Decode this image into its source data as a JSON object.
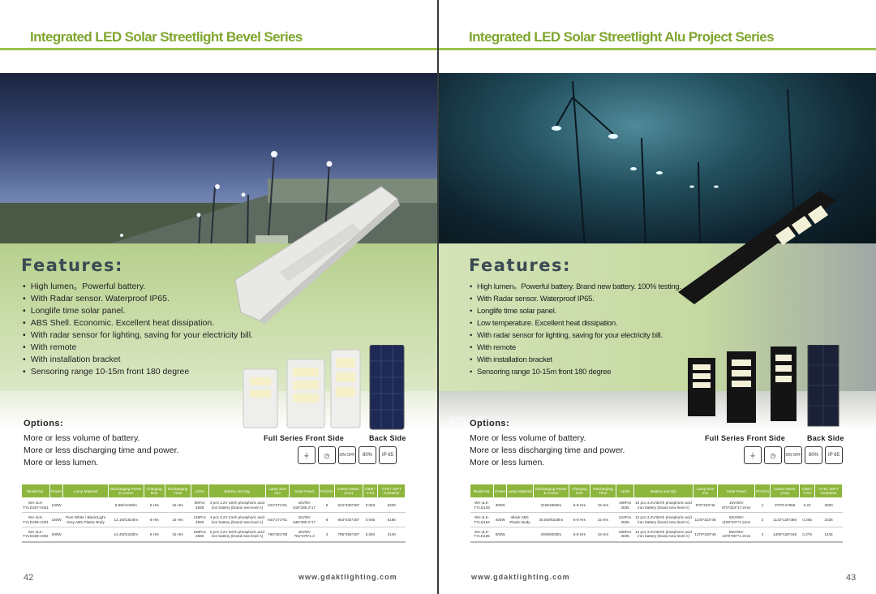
{
  "left": {
    "title": "Integrated LED Solar Streetlight Bevel Series",
    "features_heading": "Features:",
    "features": [
      "High lumen。Powerful battery.",
      "With Radar sensor. Waterproof IP65.",
      "Longlife time solar panel.",
      "ABS Shell. Economic. Excellent heat dissipation.",
      "With radar sensor for lighting, saving for your electricity bill.",
      "With remote",
      "With installation bracket",
      "Sensoring range 10-15m front 180 degree"
    ],
    "options_heading": "Options:",
    "options": [
      "More or less volume of battery.",
      "More or less discharging time and power.",
      "More or less lumen."
    ],
    "front_label": "Full Series Front Side",
    "back_label": "Back Side",
    "table": {
      "headers": [
        "Model No.",
        "Power",
        "Lamp Material",
        "Discharging Power & Lumen",
        "Charging time",
        "Discharging Time",
        "LEDs",
        "Battery and Qty",
        "Lamp Size mm",
        "Solar Panel",
        "Pcs/Ctn",
        "Carton Meas. (mm)",
        "CBM / CTN",
        "CTN / 40FT Container"
      ],
      "rows": [
        [
          "WA-JLK-TYLD157-A001",
          "100W",
          "",
          "9.8W/1440lm",
          "6 Hrs",
          "15 Hrs",
          "90Pcs 2835",
          "3 pcs 3.2V 18Ah phosphoric acid iron battery (brand new level A)",
          "222*271*61",
          "18V/9V 518*285.2*17",
          "6",
          "542*330*287",
          "0.053",
          "6330"
        ],
        [
          "WA-JLK-TYLD159-A001",
          "150W",
          "Pure White / Black/Light Grey ABS Plastic Body",
          "12.1W/1824lm",
          "6 Hrs",
          "15 Hrs",
          "135Pcs 2835",
          "4 pcs 3.2V 24Ah phosphoric acid iron battery (brand new level A)",
          "644*271*61",
          "20V/9V 648*285.2*17",
          "6",
          "663*344*287",
          "0.065",
          "5166"
        ],
        [
          "WA-JLK-TYLD159-A001",
          "200W",
          "",
          "14.4W/2160lm",
          "6 Hrs",
          "15 Hrs",
          "180Pcs 2835",
          "5 pcs 3.2V 30Ah phosphoric acid iron battery (brand new level A)",
          "766*381*59",
          "20V/9V 761*376*1.2",
          "4",
          "785*396*287",
          "0.084",
          "4140"
        ]
      ]
    },
    "url": "www.gdaktlighting.com",
    "page_number": "42"
  },
  "right": {
    "title": "Integrated LED Solar Streetlight Alu Project Series",
    "features_heading": "Features:",
    "features": [
      "High lumen。Powerful battery. Brand new battery. 100% testing.",
      "With Radar sensor. Waterproof IP65.",
      "Longlife time solar panel.",
      "Low temperature. Excellent heat dissipation.",
      "With radar sensor for lighting, saving for your electricity bill.",
      "With remote",
      "With installation bracket",
      "Sensoring range 10-15m front 180 degree"
    ],
    "options_heading": "Options:",
    "options": [
      "More or less volume of battery.",
      "More or less discharging time and power.",
      "More or less lumen."
    ],
    "front_label": "Full Series Front Side",
    "back_label": "Back Side",
    "watermark": "视觉中国",
    "table": {
      "headers": [
        "Model No.",
        "Power",
        "Lamp Material",
        "Discharging Power & Lumen",
        "Charging time",
        "Discharging Time",
        "LEDs",
        "Battery and Qty",
        "Lamp Size mm",
        "Solar Panel",
        "Pcs/Ctn",
        "Carton Meas. (mm)",
        "CBM / CTN",
        "CTN / 40FT Container"
      ],
      "rows": [
        [
          "WA-JLK-TYLD163",
          "300W",
          "",
          "31W/4650lm",
          "6-8 Hrs",
          "15 Hrs",
          "168Pcs 2835",
          "10 pcs 3.2V/30Ah phosphoric acid iron battery (brand new level A)",
          "970*323*46",
          "18V/60V 970*323*17.2mm",
          "1",
          "370*0.5*965",
          "0.22",
          "2800"
        ],
        [
          "WA-JLK-TYLD164",
          "400W",
          "Black ABS Plastic Body",
          "35.5W/5325lm",
          "6-8 Hrs",
          "15 Hrs",
          "224Pcs 2835",
          "12 pcs 3.2V/30Ah phosphoric acid iron battery (brand new level A)",
          "1100*323*46",
          "55V/65V 1100*337*1.2mm",
          "2",
          "1143*125*386",
          "0.255",
          "2336"
        ],
        [
          "WA-JLK-TYLD165",
          "500W",
          "",
          "40W/6000lm",
          "6-8 Hrs",
          "15 Hrs",
          "280Pcs 2835",
          "14 pcs 3.2V/30Ah phosphoric acid iron battery (brand new level A)",
          "1370*420*46",
          "65V/65V 1370*397*1.2mm",
          "2",
          "1409*128*446",
          "0.276",
          "1434"
        ]
      ]
    },
    "url": "www.gdaktlighting.com",
    "page_number": "43"
  },
  "certs": [
    "⏚",
    "ON OFF",
    "80%",
    "IP 65"
  ],
  "colors": {
    "accent": "#8db63c",
    "title": "#7fa62e",
    "heading": "#3a4a53"
  }
}
